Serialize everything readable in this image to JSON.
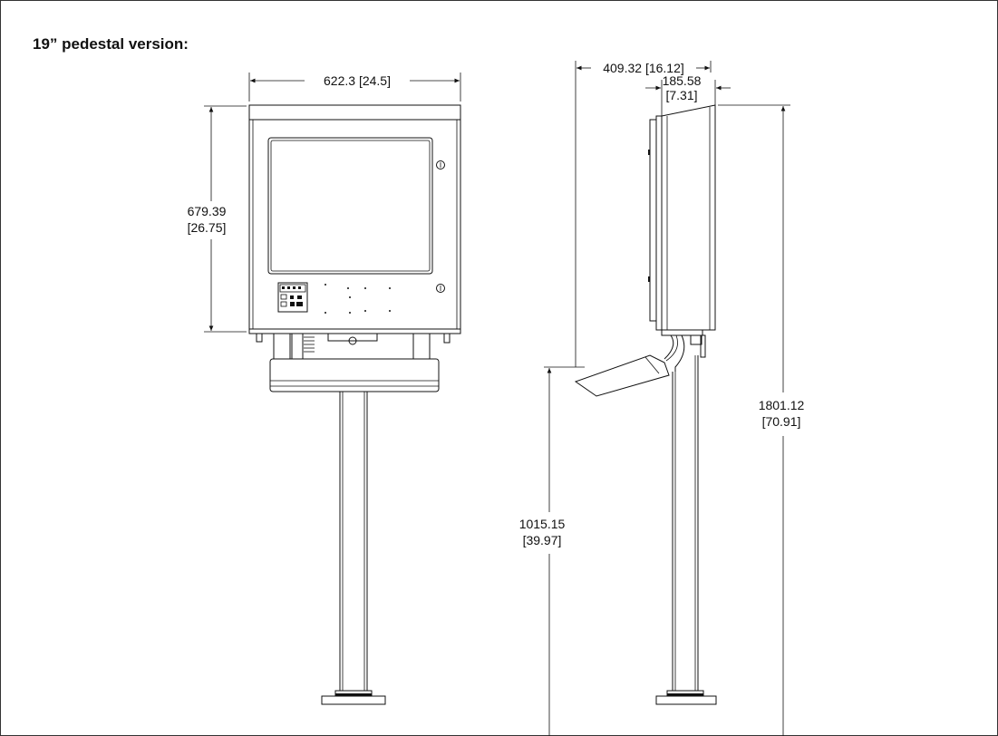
{
  "title": "19” pedestal version:",
  "dimensions": {
    "front_width": "622.3 [24.5]",
    "front_height_mm": "679.39",
    "front_height_in": "[26.75]",
    "side_depth": "409.32 [16.12]",
    "side_top_mm": "185.58",
    "side_top_in": "[7.31]",
    "total_height_mm": "1801.12",
    "total_height_in": "[70.91]",
    "shelf_height_mm": "1015.15",
    "shelf_height_in": "[39.97]"
  }
}
